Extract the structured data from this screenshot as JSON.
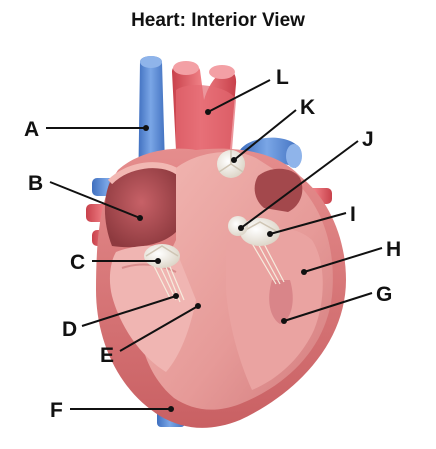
{
  "title": "Heart: Interior View",
  "labels": {
    "A": "A",
    "B": "B",
    "C": "C",
    "D": "D",
    "E": "E",
    "F": "F",
    "G": "G",
    "H": "H",
    "I": "I",
    "J": "J",
    "K": "K",
    "L": "L"
  },
  "colors": {
    "vein_blue": "#5b8fd6",
    "artery_red": "#e0606a",
    "muscle_pink": "#e9a2a0",
    "chamber_dark": "#a3484c",
    "valve_white": "#f1ece2",
    "label_black": "#111111"
  }
}
